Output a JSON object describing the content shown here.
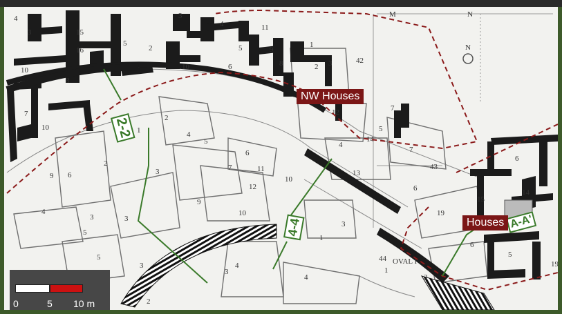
{
  "map": {
    "areas": [
      {
        "id": "nw-houses",
        "label": "NW Houses"
      },
      {
        "id": "houses",
        "label": "Houses"
      }
    ],
    "sections": [
      {
        "id": "2-2",
        "label": "2-2"
      },
      {
        "id": "4-4",
        "label": "4-4"
      },
      {
        "id": "a-a",
        "label": "A-A'"
      }
    ],
    "grid_letters": [
      "M",
      "N"
    ],
    "oval_label": "OVAL I",
    "colors": {
      "frame": "#3d5a2a",
      "boundary": "#8b1a1a",
      "section_line": "#3a7a2a",
      "label_bg": "#7b1616",
      "walls": "#1a1a1a"
    }
  },
  "scale": {
    "labels": [
      "0",
      "5",
      "10 m"
    ],
    "segment_colors": [
      "#ffffff",
      "#cc1111"
    ]
  }
}
